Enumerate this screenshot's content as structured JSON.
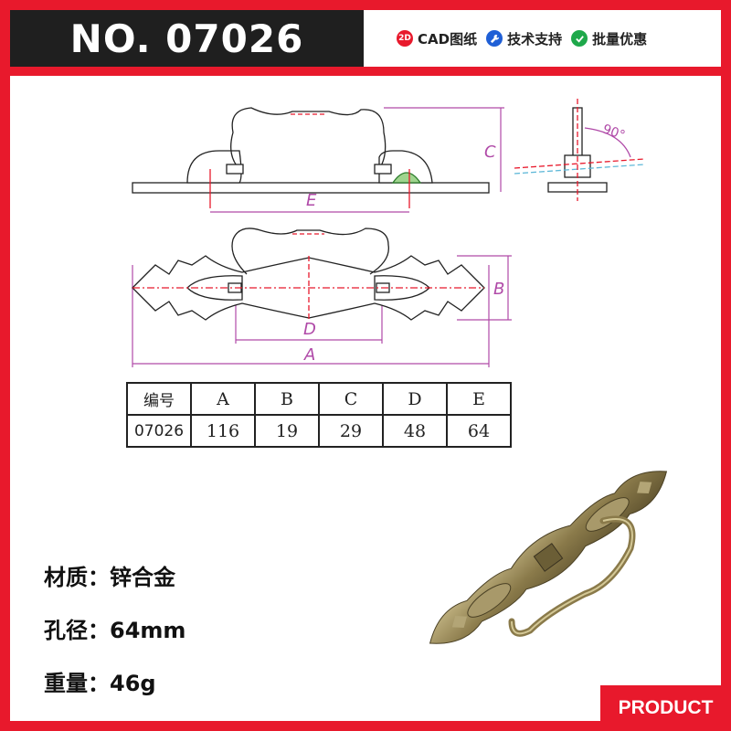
{
  "header": {
    "title": "NO. 07026",
    "features": [
      {
        "icon": "2d-badge-icon",
        "label": "CAD图纸",
        "color": "#e8192c",
        "badge_text": "2D"
      },
      {
        "icon": "wrench-icon",
        "label": "技术支持",
        "color": "#1f5fd6"
      },
      {
        "icon": "check-icon",
        "label": "批量优惠",
        "color": "#1ea84a"
      }
    ]
  },
  "drawing": {
    "dimension_letters": {
      "a": "A",
      "b": "B",
      "c": "C",
      "d": "D",
      "e": "E"
    },
    "angle_label": "90°"
  },
  "dimension_table": {
    "headers": [
      "编号",
      "A",
      "B",
      "C",
      "D",
      "E"
    ],
    "row": [
      "07026",
      "116",
      "19",
      "29",
      "48",
      "64"
    ]
  },
  "specs": {
    "material": "材质：锌合金",
    "hole_pitch": "孔径：64mm",
    "weight": "重量：46g"
  },
  "footer": {
    "tag": "PRODUCT"
  },
  "colors": {
    "accent": "#e8192c",
    "dark": "#1f1f1f",
    "dimension_line": "#b04aa8",
    "bronze": "#8a7a4a"
  }
}
